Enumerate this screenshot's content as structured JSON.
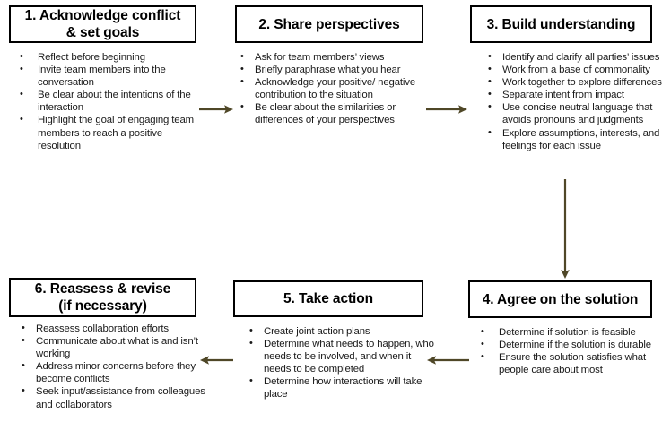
{
  "diagram": {
    "title": "Conflict resolution six-step process flowchart",
    "arrow_color": "#4f4727",
    "box_border_color": "#000000",
    "text_color": "#1a1a1a",
    "steps": [
      {
        "id": "step-1",
        "header_lines": [
          "1. Acknowledge conflict",
          "& set goals"
        ],
        "bullets": [
          "Reflect before beginning",
          "Invite team members  into the conversation",
          "Be clear about the intentions of the interaction",
          "Highlight the goal of engaging team members to reach a positive resolution"
        ]
      },
      {
        "id": "step-2",
        "header_lines": [
          "2. Share perspectives"
        ],
        "bullets": [
          "Ask for team members’ views",
          "Briefly paraphrase what you hear",
          "Acknowledge your positive/ negative contribution to the situation",
          "Be clear about the similarities or differences of your perspectives"
        ]
      },
      {
        "id": "step-3",
        "header_lines": [
          "3. Build understanding"
        ],
        "bullets": [
          "Identify and clarify all parties’ issues",
          "Work from a base of commonality",
          "Work together to explore differences",
          "Separate intent from impact",
          "Use concise neutral language that avoids pronouns and judgments",
          "Explore assumptions, interests, and feelings for each issue"
        ]
      },
      {
        "id": "step-4",
        "header_lines": [
          "4. Agree on the solution"
        ],
        "bullets": [
          "Determine if solution is feasible",
          "Determine if the solution is durable",
          "Ensure the solution satisfies what people care about most"
        ]
      },
      {
        "id": "step-5",
        "header_lines": [
          "5. Take action"
        ],
        "bullets": [
          "Create joint action plans",
          "Determine what needs to happen, who needs to be involved, and when it needs to be completed",
          "Determine how interactions will take place"
        ]
      },
      {
        "id": "step-6",
        "header_lines": [
          "6. Reassess & revise",
          "(if necessary)"
        ],
        "bullets": [
          "Reassess collaboration efforts",
          "Communicate about what is and isn’t working",
          "Address minor concerns before they become conflicts",
          "Seek input/assistance from colleagues and collaborators"
        ]
      }
    ],
    "connectors": [
      {
        "id": "arrow-1-to-2",
        "direction": "right"
      },
      {
        "id": "arrow-2-to-3",
        "direction": "right"
      },
      {
        "id": "arrow-3-to-4",
        "direction": "down"
      },
      {
        "id": "arrow-4-to-5",
        "direction": "left"
      },
      {
        "id": "arrow-5-to-6",
        "direction": "left"
      }
    ]
  }
}
